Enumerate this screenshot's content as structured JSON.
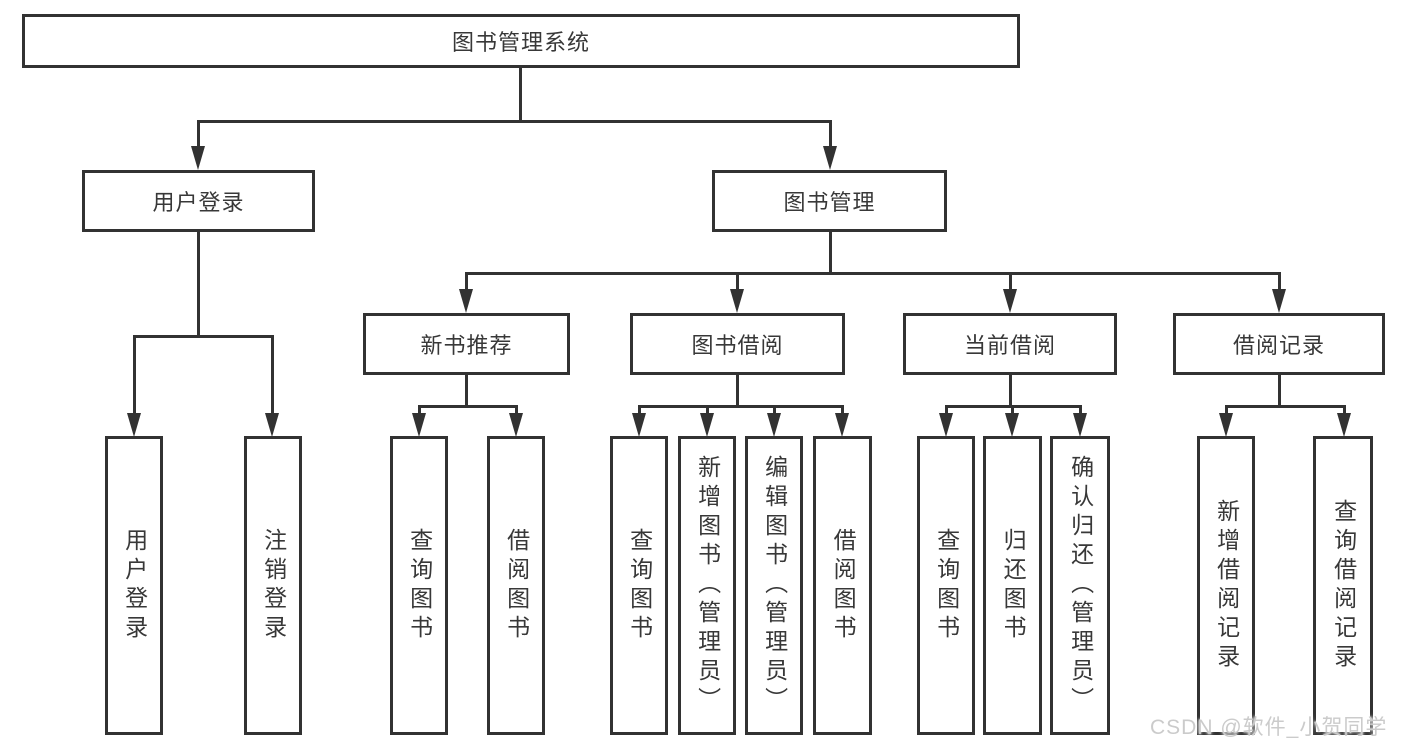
{
  "tree": {
    "label": "图书管理系统",
    "children": [
      {
        "label": "用户登录",
        "children": [
          {
            "label": "用户登录"
          },
          {
            "label": "注销登录"
          }
        ]
      },
      {
        "label": "图书管理",
        "children": [
          {
            "label": "新书推荐",
            "children": [
              {
                "label": "查询图书"
              },
              {
                "label": "借阅图书"
              }
            ]
          },
          {
            "label": "图书借阅",
            "children": [
              {
                "label": "查询图书"
              },
              {
                "label": "新增图书（管理员）"
              },
              {
                "label": "编辑图书（管理员）"
              },
              {
                "label": "借阅图书"
              }
            ]
          },
          {
            "label": "当前借阅",
            "children": [
              {
                "label": "查询图书"
              },
              {
                "label": "归还图书"
              },
              {
                "label": "确认归还（管理员）"
              }
            ]
          },
          {
            "label": "借阅记录",
            "children": [
              {
                "label": "新增借阅记录"
              },
              {
                "label": "查询借阅记录"
              }
            ]
          }
        ]
      }
    ]
  },
  "watermark": {
    "text": "CSDN @软件_小贺同学"
  },
  "colors": {
    "line": "#323232",
    "box_fill": "#ffffff",
    "text": "#383838",
    "watermark": "#cbcbcb"
  }
}
